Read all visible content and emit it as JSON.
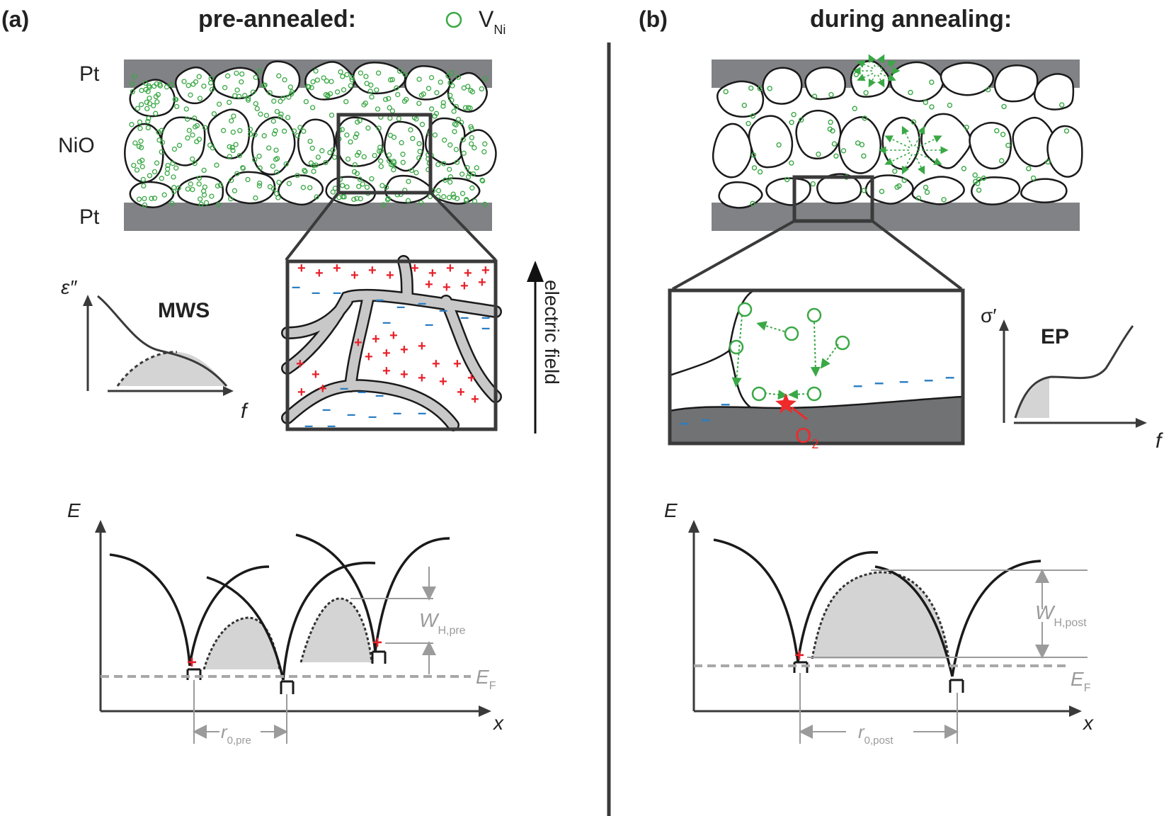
{
  "panel_a": {
    "label": "(a)",
    "title": "pre-annealed:",
    "legend_symbol": "vacancy-circle-icon",
    "legend_main": "V",
    "legend_sub": "Ni",
    "layer_top": "Pt",
    "layer_mid": "NiO",
    "layer_bottom": "Pt",
    "field_label": "electric field",
    "inset_plot": {
      "ylabel": "ε″",
      "xlabel": "f",
      "name": "MWS"
    },
    "energy_plot": {
      "ylabel": "E",
      "xlabel": "x",
      "barrier_main": "W",
      "barrier_sub": "H,pre",
      "fermi_main": "E",
      "fermi_sub": "F",
      "distance_main": "r",
      "distance_sub": "0,pre"
    }
  },
  "panel_b": {
    "label": "(b)",
    "title": "during annealing:",
    "oxygen_main": "O",
    "oxygen_sub": "2",
    "inset_plot": {
      "ylabel": "σ′",
      "xlabel": "f",
      "name": "EP"
    },
    "energy_plot": {
      "ylabel": "E",
      "xlabel": "x",
      "barrier_main": "W",
      "barrier_sub": "H,post",
      "fermi_main": "E",
      "fermi_sub": "F",
      "distance_main": "r",
      "distance_sub": "0,post"
    }
  },
  "colors": {
    "vacancy": "#3aa845",
    "positive_charge": "#e8202a",
    "negative_charge": "#2a7ec2",
    "electrode": "#808285",
    "boundary": "#c8c8c8",
    "shading": "#d4d4d4",
    "annotation": "#9b9b9b",
    "oxygen": "#ee2a2a"
  }
}
